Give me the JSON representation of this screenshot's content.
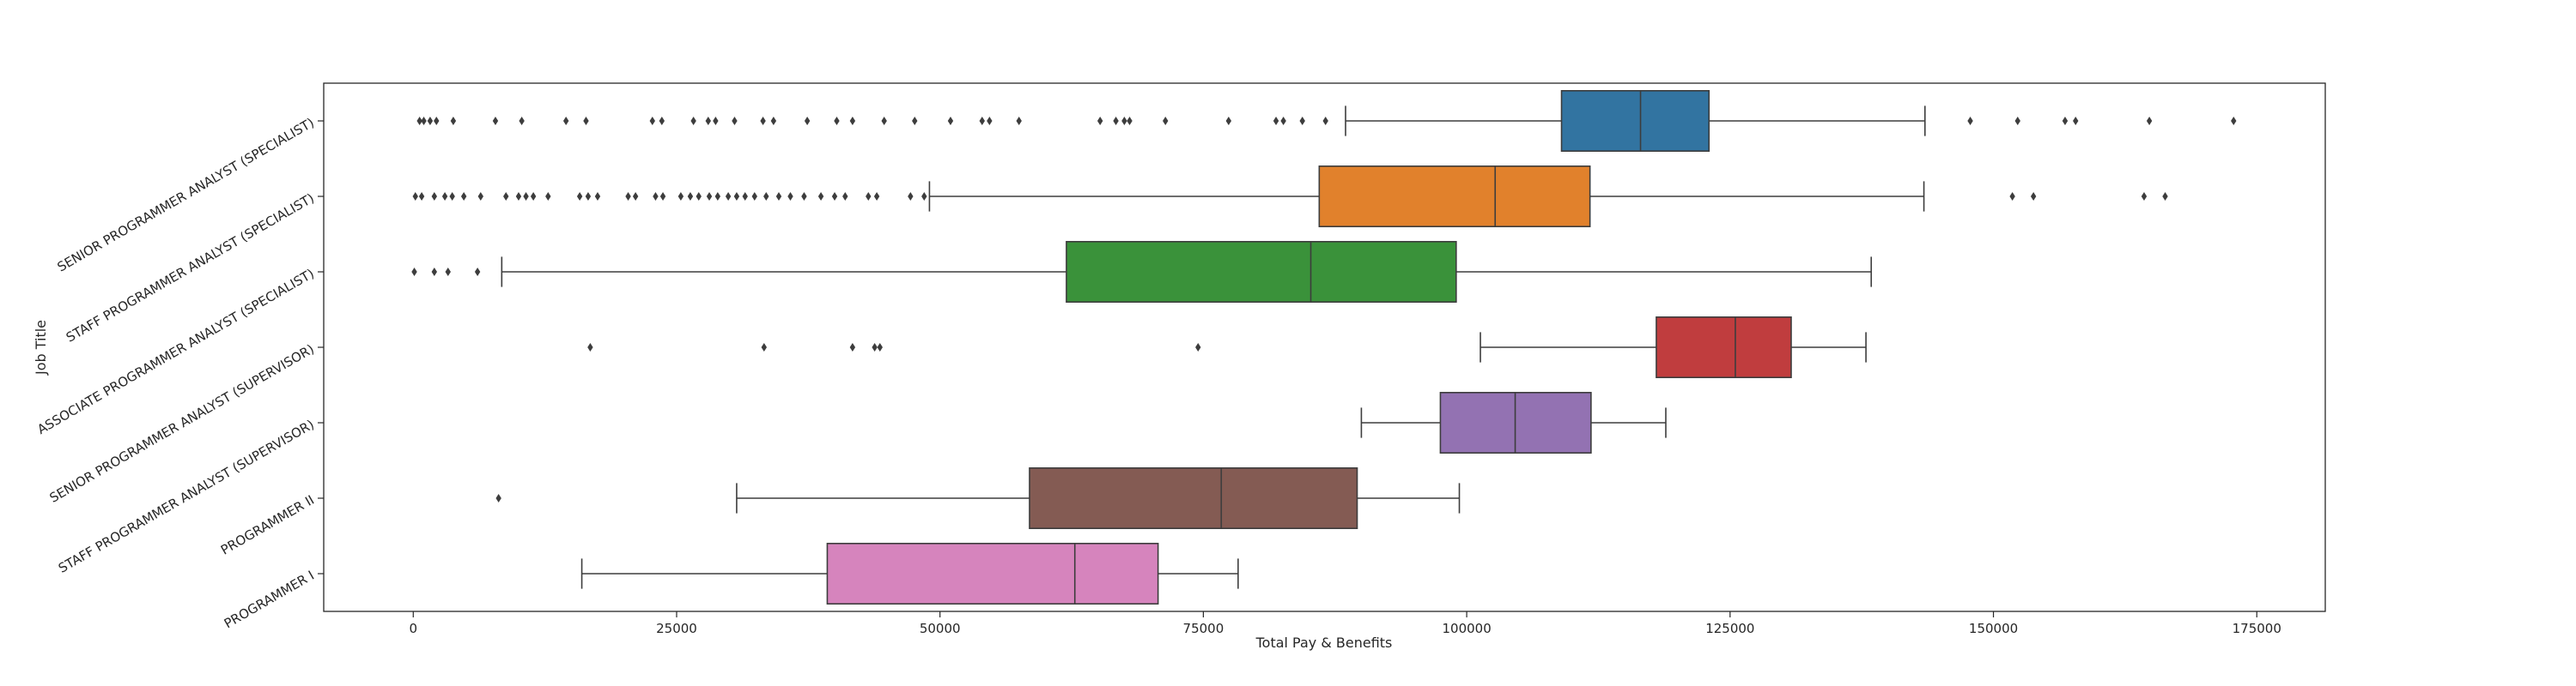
{
  "chart_data": {
    "type": "box",
    "orientation": "horizontal",
    "xlabel": "Total Pay & Benefits",
    "ylabel": "Job Title",
    "xlim": [
      -8500,
      181500
    ],
    "xticks": [
      0,
      25000,
      50000,
      75000,
      100000,
      125000,
      150000,
      175000
    ],
    "xtick_labels": [
      "0",
      "25000",
      "50000",
      "75000",
      "100000",
      "125000",
      "150000",
      "175000"
    ],
    "grid": false,
    "legend": "none",
    "categories": [
      "SENIOR PROGRAMMER ANALYST (SPECIALIST)",
      "STAFF PROGRAMMER ANALYST (SPECIALIST)",
      "ASSOCIATE PROGRAMMER ANALYST (SPECIALIST)",
      "SENIOR PROGRAMMER ANALYST (SUPERVISOR)",
      "STAFF PROGRAMMER ANALYST (SUPERVISOR)",
      "PROGRAMMER II",
      "PROGRAMMER I"
    ],
    "boxes": [
      {
        "category": "SENIOR PROGRAMMER ANALYST (SPECIALIST)",
        "color": "#3274a1",
        "whisker_low": 88500,
        "q1": 109000,
        "median": 116500,
        "q3": 123000,
        "whisker_high": 143500,
        "outliers": [
          600,
          1000,
          1600,
          2200,
          3800,
          7800,
          10300,
          14500,
          16400,
          22700,
          23600,
          26600,
          28000,
          28700,
          30500,
          33200,
          34200,
          37400,
          40200,
          41700,
          44700,
          47600,
          51000,
          54000,
          54700,
          57500,
          65200,
          66700,
          67500,
          68000,
          71400,
          77400,
          81900,
          82600,
          84400,
          86600,
          147800,
          152300,
          156800,
          157800,
          164800,
          172800
        ]
      },
      {
        "category": "STAFF PROGRAMMER ANALYST (SPECIALIST)",
        "color": "#e1812c",
        "whisker_low": 49000,
        "q1": 86000,
        "median": 102700,
        "q3": 111700,
        "whisker_high": 143400,
        "outliers": [
          200,
          800,
          2000,
          3000,
          3700,
          4800,
          6400,
          8800,
          10000,
          10700,
          11400,
          12800,
          15800,
          16600,
          17500,
          20400,
          21100,
          23000,
          23700,
          25400,
          26300,
          27100,
          28100,
          28900,
          29900,
          30700,
          31500,
          32400,
          33500,
          34700,
          35800,
          37100,
          38700,
          40000,
          41000,
          43200,
          44000,
          47200,
          48500,
          151800,
          153800,
          164300,
          166300
        ]
      },
      {
        "category": "ASSOCIATE PROGRAMMER ANALYST (SPECIALIST)",
        "color": "#3a923a",
        "whisker_low": 8400,
        "q1": 62000,
        "median": 85200,
        "q3": 99000,
        "whisker_high": 138400,
        "outliers": [
          100,
          2000,
          3300,
          6100
        ]
      },
      {
        "category": "SENIOR PROGRAMMER ANALYST (SUPERVISOR)",
        "color": "#c03d3e",
        "whisker_low": 101300,
        "q1": 118000,
        "median": 125500,
        "q3": 130800,
        "whisker_high": 137900,
        "outliers": [
          16800,
          33300,
          41700,
          43800,
          44300,
          74500
        ]
      },
      {
        "category": "STAFF PROGRAMMER ANALYST (SUPERVISOR)",
        "color": "#9372b2",
        "whisker_low": 90000,
        "q1": 97500,
        "median": 104600,
        "q3": 111800,
        "whisker_high": 118900,
        "outliers": []
      },
      {
        "category": "PROGRAMMER II",
        "color": "#845b53",
        "whisker_low": 30700,
        "q1": 58500,
        "median": 76700,
        "q3": 89600,
        "whisker_high": 99300,
        "outliers": [
          8100
        ]
      },
      {
        "category": "PROGRAMMER I",
        "color": "#d684bd",
        "whisker_low": 16000,
        "q1": 39300,
        "median": 62800,
        "q3": 70700,
        "whisker_high": 78300,
        "outliers": []
      }
    ]
  }
}
